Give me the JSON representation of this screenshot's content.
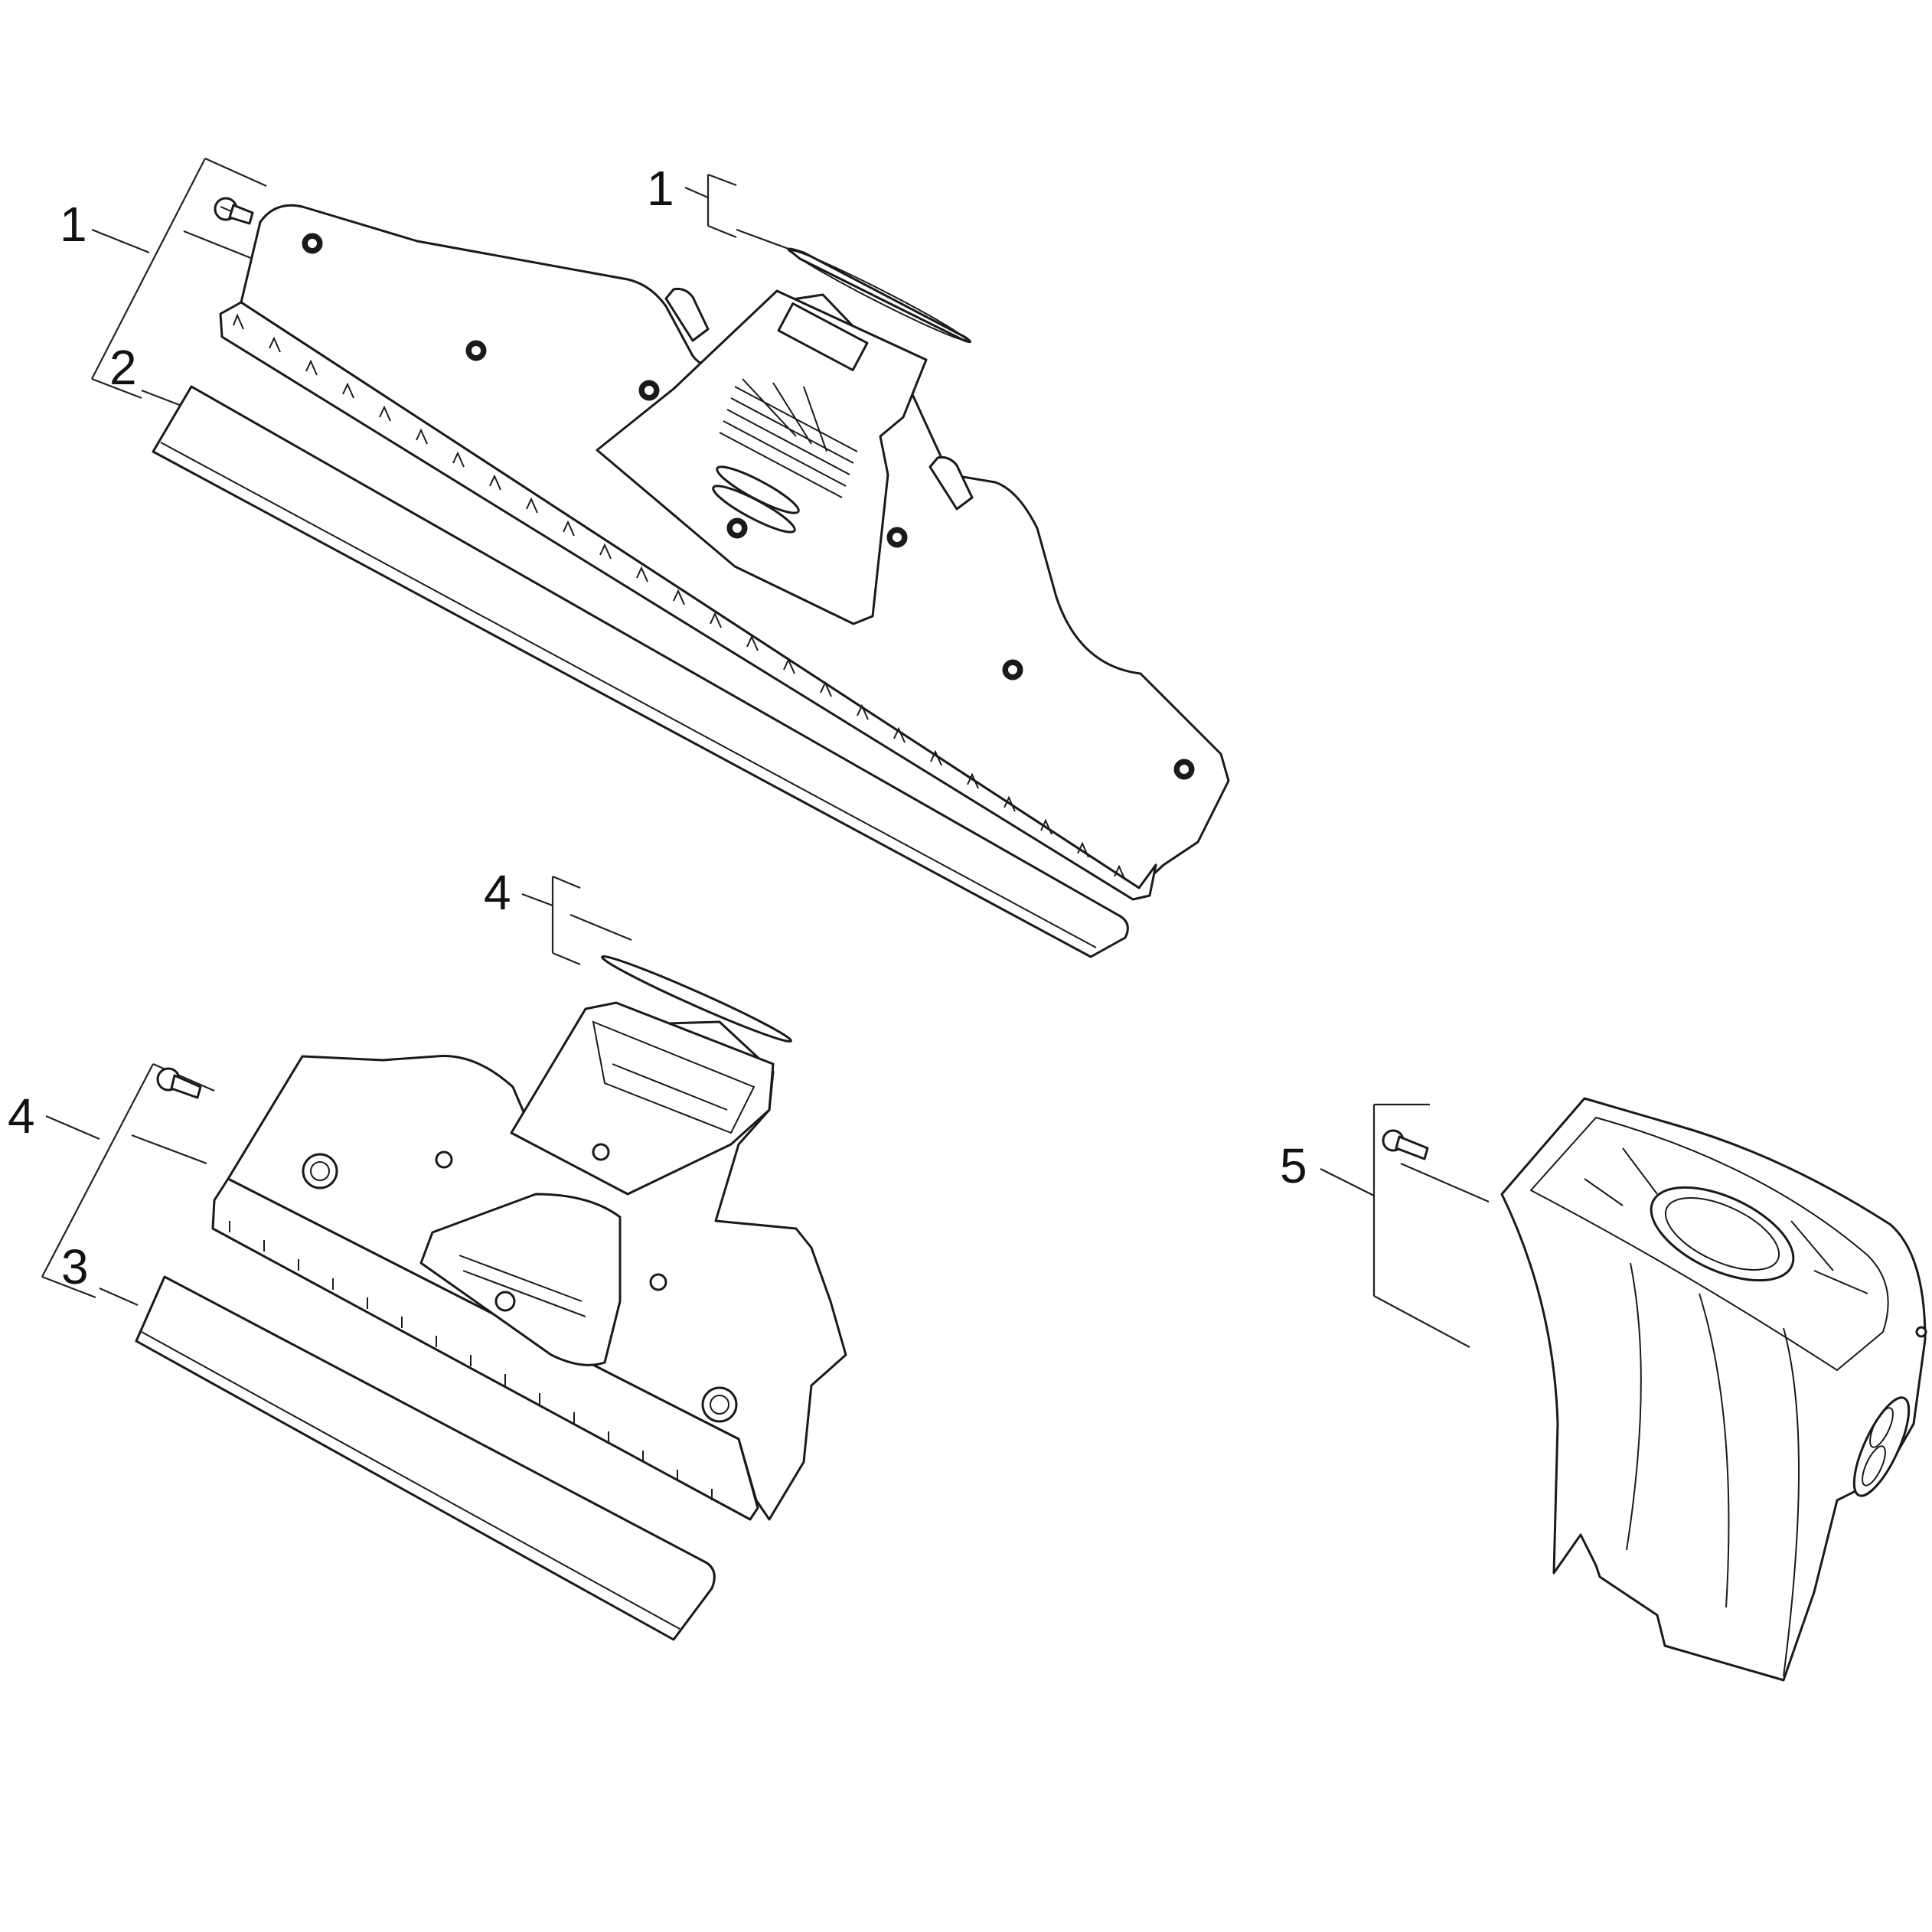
{
  "callouts": [
    {
      "id": "c1a",
      "label": "1"
    },
    {
      "id": "c1b",
      "label": "1"
    },
    {
      "id": "c2",
      "label": "2"
    },
    {
      "id": "c4a",
      "label": "4"
    },
    {
      "id": "c4b",
      "label": "4"
    },
    {
      "id": "c3",
      "label": "3"
    },
    {
      "id": "c5",
      "label": "5"
    }
  ]
}
